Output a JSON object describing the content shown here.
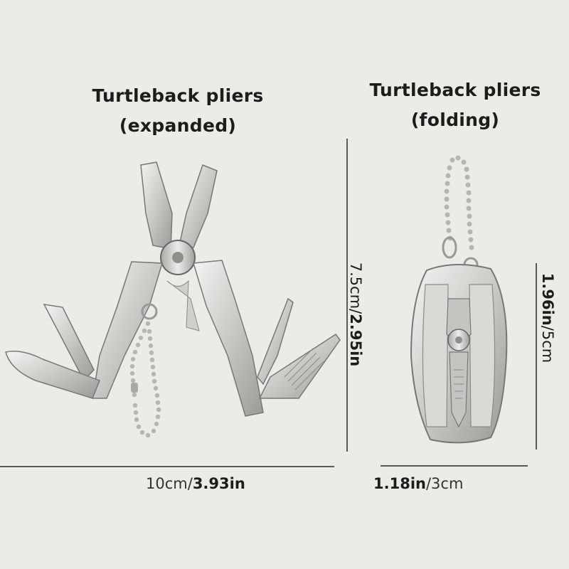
{
  "left_product": {
    "title_line1": "Turtleback pliers",
    "title_line2": "(expanded)",
    "width_metric": "10cm",
    "width_sep": "/",
    "width_imperial": "3.93in",
    "height_metric": "7.5cm",
    "height_sep": "/",
    "height_imperial": "2.95in"
  },
  "right_product": {
    "title_line1": "Turtleback pliers",
    "title_line2": "(folding)",
    "width_imperial": "1.18in",
    "width_sep": "/",
    "width_metric": "3cm",
    "height_imperial": "1.96in",
    "height_sep": "/",
    "height_metric": "5cm"
  },
  "colors": {
    "background": "#ecebe6",
    "metal_light": "#dcdcd8",
    "metal_dark": "#8e8e8a",
    "text": "#1c1c1c"
  }
}
